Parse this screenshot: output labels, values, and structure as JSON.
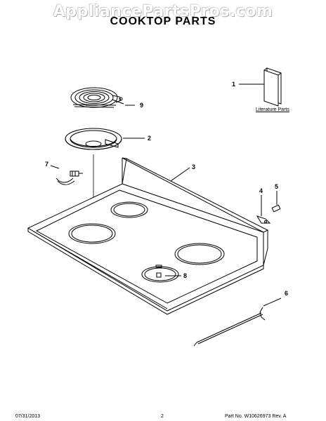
{
  "watermark": "AppliancePartsPros.com",
  "title": "COOKTOP PARTS",
  "literature_label": "Literature Parts",
  "callouts": {
    "c1": "1",
    "c2": "2",
    "c3": "3",
    "c4": "4",
    "c5": "5",
    "c6": "6",
    "c7": "7",
    "c8": "8",
    "c9": "9"
  },
  "footer": {
    "date": "07/31/2013",
    "page": "2",
    "part_info": "Part No. W10626973  Rev. A"
  }
}
